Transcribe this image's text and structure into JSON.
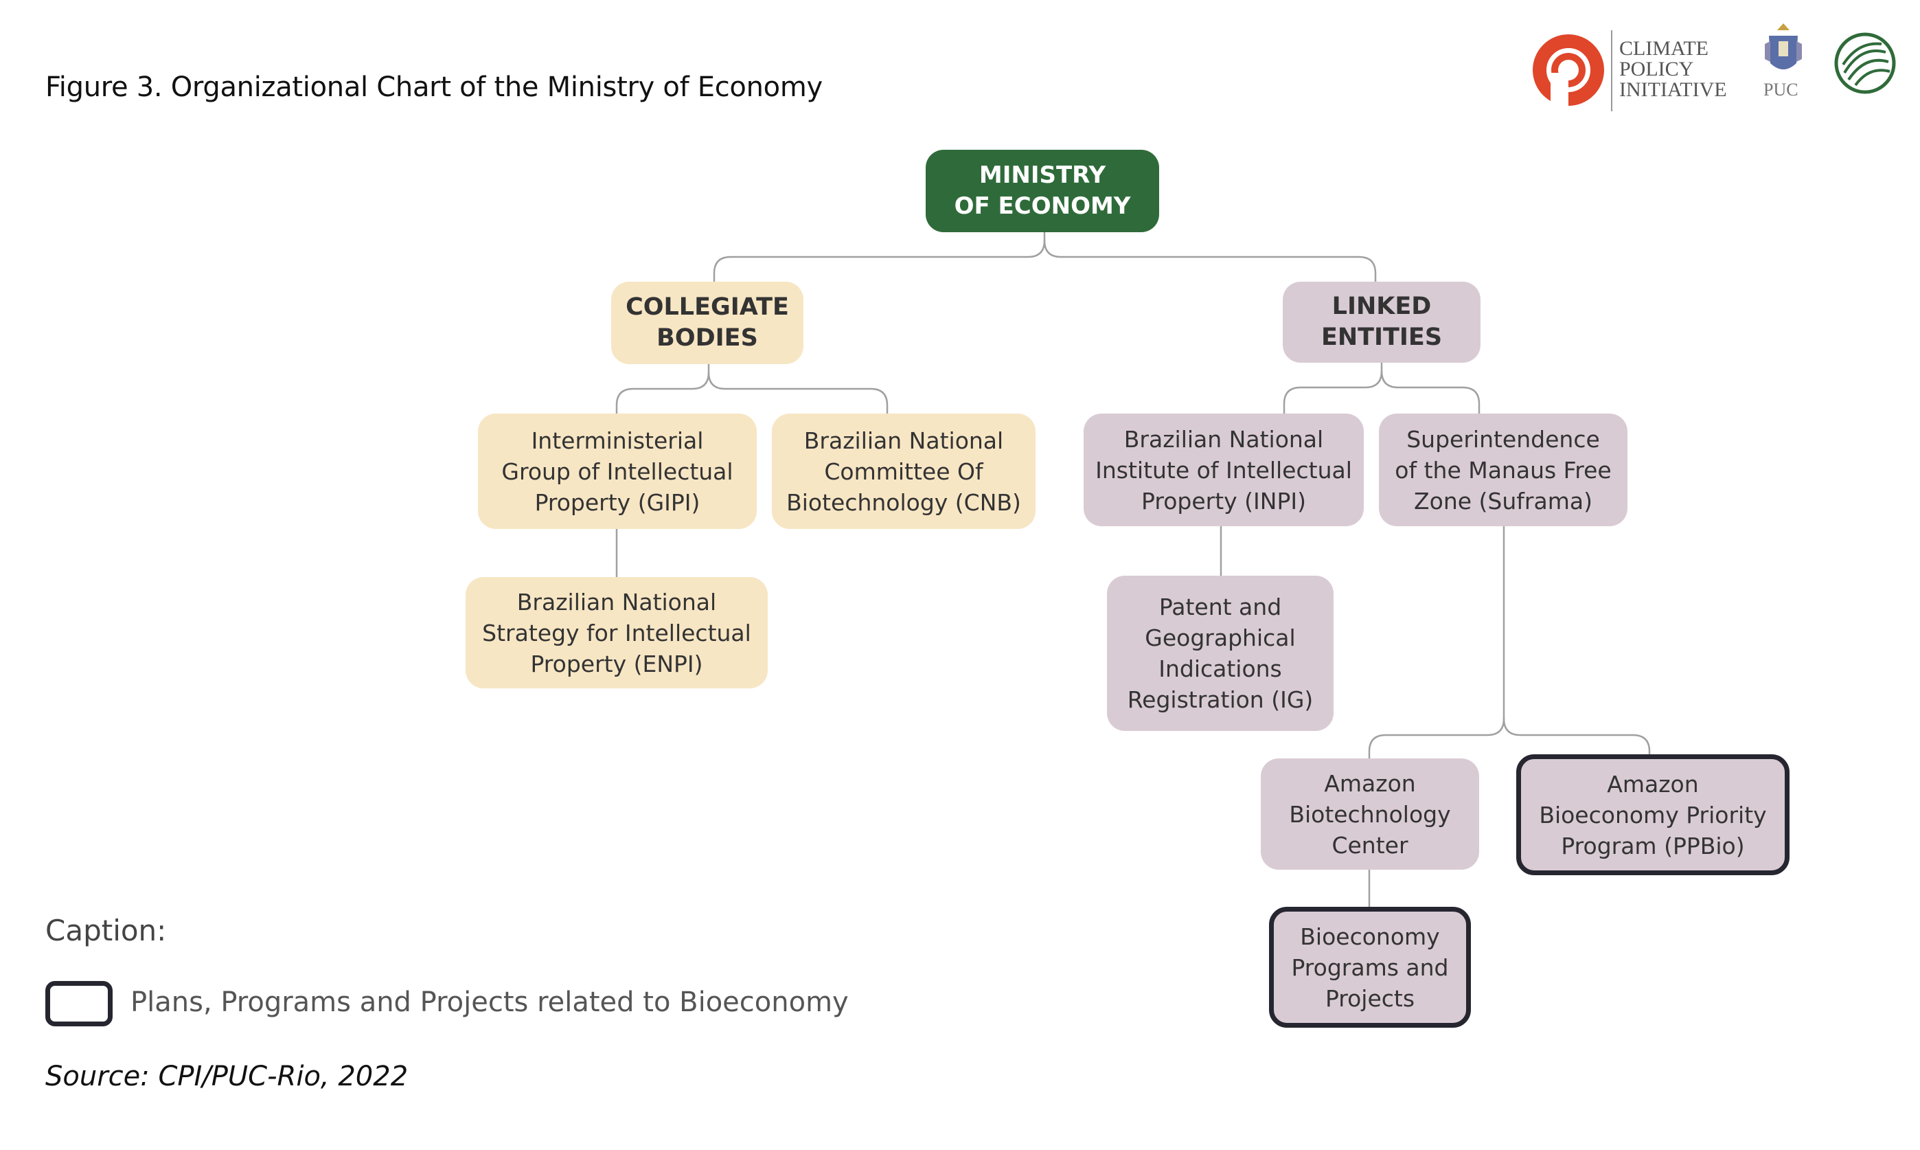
{
  "figure": {
    "title": "Figure 3. Organizational Chart of the Ministry of Economy"
  },
  "logos": {
    "cpi_text": "CLIMATE\nPOLICY\nINITIATIVE",
    "puc_text": "PUC",
    "cpi_color": "#e0462a",
    "forest_color": "#2f6b3a"
  },
  "nodes": {
    "ministry": "MINISTRY\nOF ECONOMY",
    "collegiate": "COLLEGIATE\nBODIES",
    "linked": "LINKED\nENTITIES",
    "gipi": "Interministerial\nGroup of Intellectual\nProperty (GIPI)",
    "cnb": "Brazilian National\nCommittee Of\nBiotechnology (CNB)",
    "enpi": "Brazilian National\nStrategy for Intellectual\nProperty (ENPI)",
    "inpi": "Brazilian National\nInstitute of Intellectual\nProperty (INPI)",
    "suframa": "Superintendence\nof the Manaus Free\nZone (Suframa)",
    "ig": "Patent and\nGeographical\nIndications\nRegistration (IG)",
    "cba": "Amazon\nBiotechnology\nCenter",
    "ppbio": "Amazon\nBioeconomy Priority\nProgram (PPBio)",
    "bioprog": "Bioeconomy\nPrograms and\nProjects"
  },
  "colors": {
    "root": "#2f6b3a",
    "collegiate": "#f7e6c4",
    "linked": "#d9cbd4",
    "bioeconomy_border": "#262630",
    "connector": "#a0a0a0"
  },
  "caption": {
    "label": "Caption:",
    "legend_text": "Plans, Programs and Projects related to Bioeconomy"
  },
  "source": "Source: CPI/PUC-Rio, 2022"
}
